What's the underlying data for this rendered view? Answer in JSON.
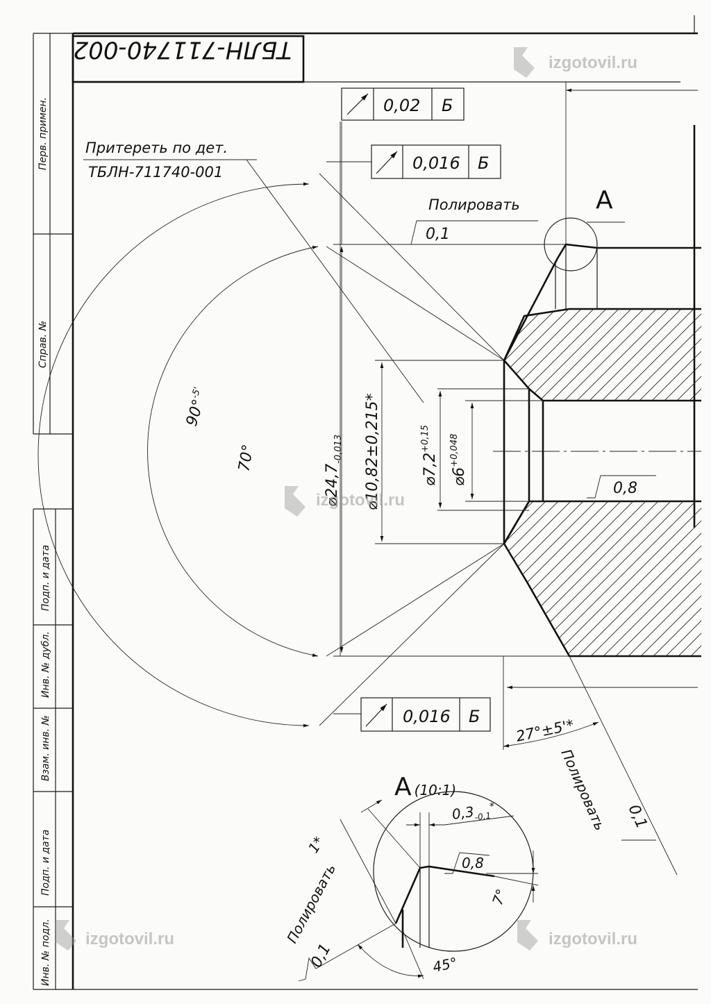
{
  "title_block": {
    "doc_number": "ТБЛН-711740-002",
    "perv_primen": "Перв. примен.",
    "sprav_no": "Справ. №",
    "podp_data_1": "Подп. и дата",
    "inv_dubl": "Инв. № дубл.",
    "vzam_inv": "Взам. инв. №",
    "podp_data_2": "Подп. и дата",
    "inv_podl": "Инв. № подл."
  },
  "notes": {
    "lap_line1": "Притереть по дет.",
    "lap_line2": "ТБЛН-711740-001",
    "polish": "Полировать",
    "polish_roughness": "0,1",
    "polish_lower": "Полировать",
    "polish_lower_roughness": "0,1",
    "roughness_bore": "0,8",
    "view_label": "А"
  },
  "tolerance_frames": [
    {
      "value": "0,02",
      "datum": "Б"
    },
    {
      "value": "0,016",
      "datum": "Б"
    },
    {
      "value": "0,016",
      "datum": "Б"
    }
  ],
  "dimensions": {
    "angle_90": "90°",
    "angle_90_tol": "-5'",
    "angle_70": "70°",
    "dia_24_7": "⌀24,7",
    "dia_24_7_tol": "-0,013",
    "dia_10_82": "⌀10,82±0,215*",
    "dia_7_2": "⌀7,2",
    "dia_7_2_tol": "+0,15",
    "dia_6": "⌀6",
    "dia_6_tol": "+0,048",
    "angle_27": "27°±5'*"
  },
  "detail_view": {
    "label": "А",
    "scale": "(10:1)",
    "dim_03": "0,3",
    "dim_03_tol": "-0,1",
    "dim_03_star": "*",
    "chamfer": "1*",
    "roughness": "0,8",
    "angle_7": "7°",
    "angle_45": "45°",
    "polish": "Полировать",
    "polish_roughness": "0,1"
  },
  "watermark": "izgotovil.ru"
}
